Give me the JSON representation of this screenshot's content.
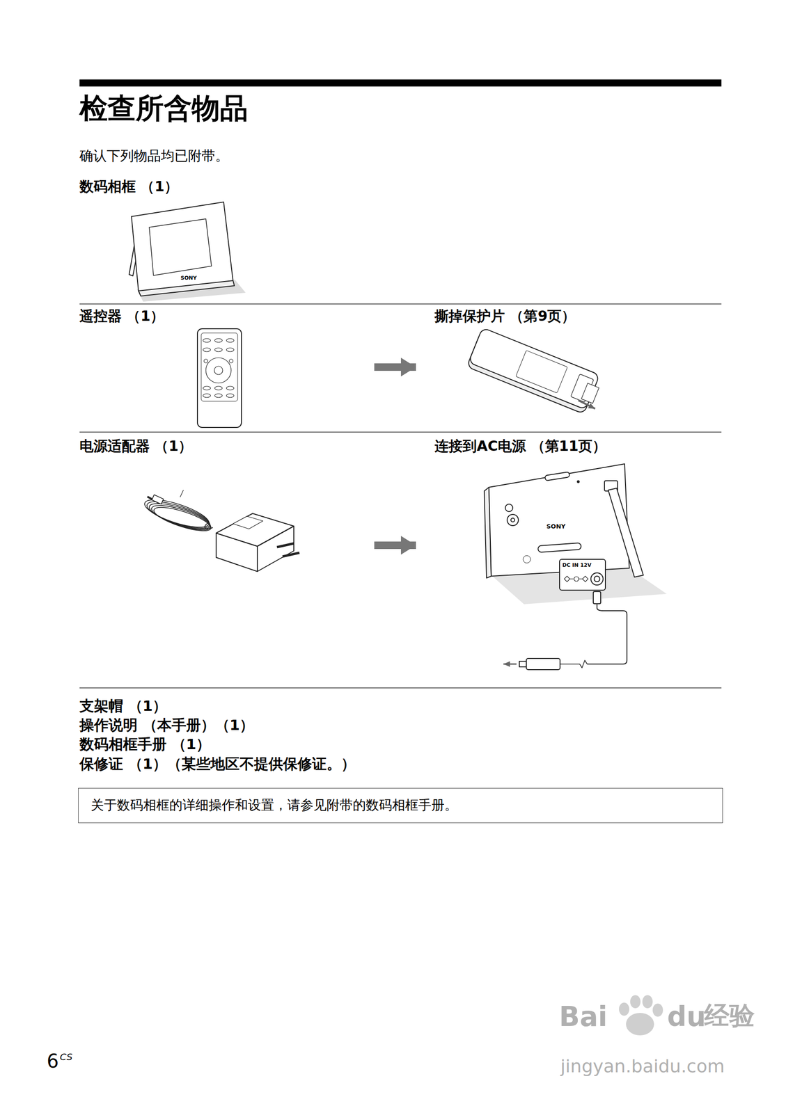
{
  "diagram": {
    "title": "检查所含物品",
    "nodes": [
      {
        "text": [
          "数码相框 （1）"
        ]
      },
      {
        "text": [
          "遥控器 （1）"
        ]
      },
      {
        "text": [
          "撕掉保护片 （第9页）"
        ]
      },
      {
        "text": [
          "电源适配器 （1）"
        ]
      },
      {
        "text": [
          "连接到AC电源 （第11页）"
        ]
      },
      {
        "text": [
          "关于数码相框的详细操作和设置，请参见附带的数码相框手册。"
        ]
      }
    ],
    "edges": [
      {
        "from": 1,
        "to": 2,
        "arrow": "to"
      },
      {
        "from": 3,
        "to": 4,
        "arrow": "to"
      }
    ],
    "labels": [
      "确认下列物品均已附带。",
      "支架帽 （1）",
      "操作说明 （本手册）（1）",
      "数码相框手册 （1）",
      "保修证 （1）（某些地区不提供保修证。）",
      "SONY",
      "SONY",
      "DC IN 12V",
      "6",
      "CS",
      "Bai",
      "du",
      "经验",
      "jingyan.baidu.com"
    ]
  }
}
